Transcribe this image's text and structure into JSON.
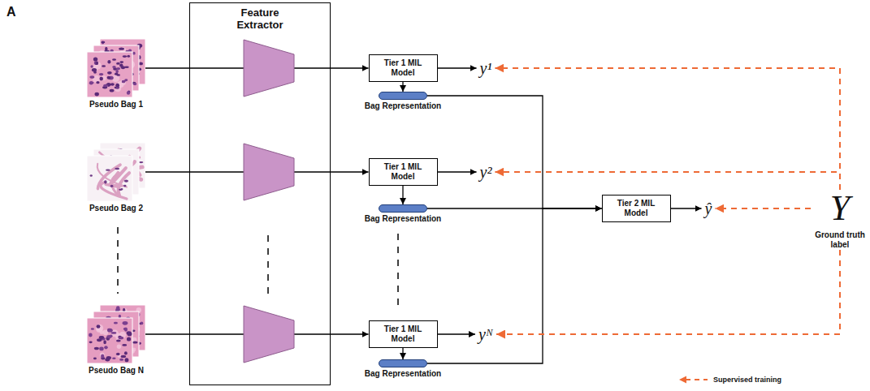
{
  "diagram": {
    "nodes": [
      {
        "text": [
          "Pseudo Bag 1"
        ]
      },
      {
        "text": [
          "Pseudo Bag 2"
        ]
      },
      {
        "text": [
          "Pseudo Bag N"
        ]
      },
      {
        "text": [
          "Feature Extractor"
        ]
      },
      {
        "text": [
          "Tier 1 MIL Model"
        ]
      },
      {
        "text": [
          "y¹"
        ]
      },
      {
        "text": [
          "Bag Representation"
        ]
      },
      {
        "text": [
          "Tier 1 MIL Model"
        ]
      },
      {
        "text": [
          "y²"
        ]
      },
      {
        "text": [
          "Bag Representation"
        ]
      },
      {
        "text": [
          "Tier 2 MIL Model"
        ]
      },
      {
        "text": [
          "ŷ"
        ]
      },
      {
        "text": [
          "Y",
          "Ground truth label"
        ]
      },
      {
        "text": [
          "Tier 1 MIL Model"
        ]
      },
      {
        "text": [
          "yᴺ"
        ]
      },
      {
        "text": [
          "Bag Representation"
        ]
      }
    ],
    "edges": [
      {
        "from": 0,
        "to": 3,
        "arrow": "none"
      },
      {
        "from": 1,
        "to": 3,
        "arrow": "none"
      },
      {
        "from": 2,
        "to": 3,
        "arrow": "none"
      },
      {
        "from": 3,
        "to": 4,
        "arrow": "to"
      },
      {
        "from": 3,
        "to": 7,
        "arrow": "to"
      },
      {
        "from": 3,
        "to": 13,
        "arrow": "to"
      },
      {
        "from": 4,
        "to": 5,
        "arrow": "to"
      },
      {
        "from": 7,
        "to": 8,
        "arrow": "to"
      },
      {
        "from": 13,
        "to": 14,
        "arrow": "to"
      },
      {
        "from": 4,
        "to": 6,
        "arrow": "to"
      },
      {
        "from": 7,
        "to": 9,
        "arrow": "to"
      },
      {
        "from": 13,
        "to": 15,
        "arrow": "to"
      },
      {
        "from": 6,
        "to": 10,
        "arrow": "to"
      },
      {
        "from": 9,
        "to": 10,
        "arrow": "to"
      },
      {
        "from": 15,
        "to": 10,
        "arrow": "to"
      },
      {
        "from": 10,
        "to": 11,
        "arrow": "to"
      },
      {
        "from": 12,
        "to": 5,
        "arrow": "to"
      },
      {
        "from": 12,
        "to": 8,
        "arrow": "to"
      },
      {
        "from": 12,
        "to": 14,
        "arrow": "to"
      },
      {
        "from": 12,
        "to": 11,
        "arrow": "to"
      }
    ],
    "labels": [
      "A"
    ],
    "legend": [
      {
        "text": "Supervised training"
      }
    ]
  }
}
